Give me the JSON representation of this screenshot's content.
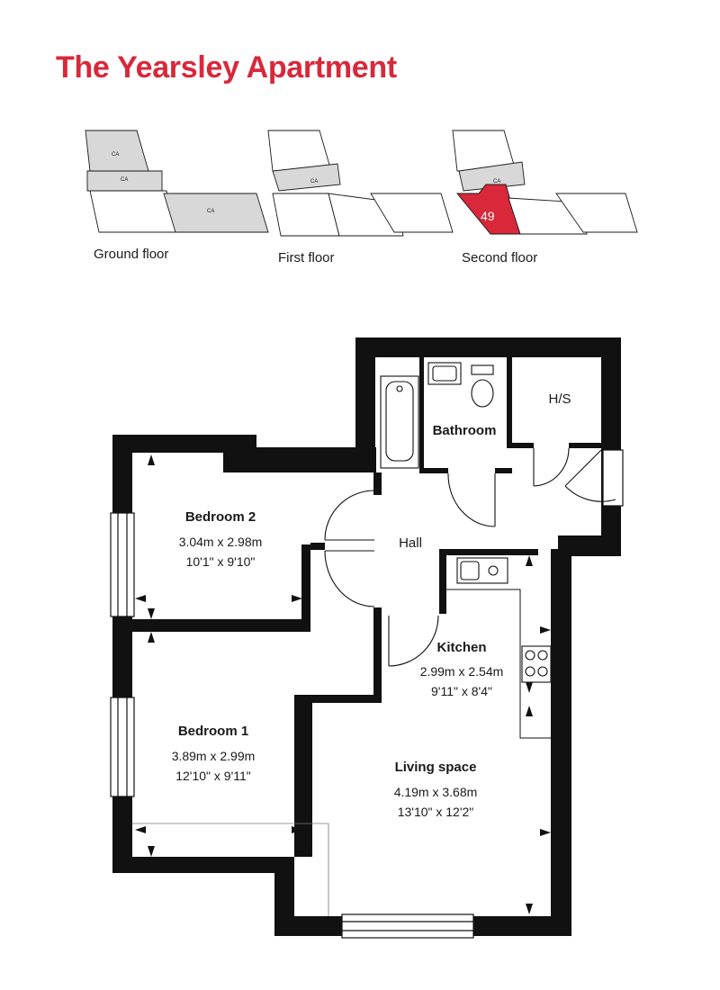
{
  "title": "The Yearsley Apartment",
  "accent_color": "#d8283a",
  "keyplans": {
    "communal_area_label": "CA",
    "ground": {
      "label": "Ground floor"
    },
    "first": {
      "label": "First floor"
    },
    "second": {
      "label": "Second floor",
      "unit_number": "49"
    }
  },
  "rooms": {
    "bathroom": {
      "name": "Bathroom"
    },
    "hs": {
      "name": "H/S"
    },
    "hall": {
      "name": "Hall"
    },
    "bedroom2": {
      "name": "Bedroom 2",
      "metric": "3.04m x 2.98m",
      "imperial": "10'1\" x 9'10\""
    },
    "bedroom1": {
      "name": "Bedroom 1",
      "metric": "3.89m x 2.99m",
      "imperial": "12'10\" x 9'11\""
    },
    "kitchen": {
      "name": "Kitchen",
      "metric": "2.99m x 2.54m",
      "imperial": "9'11\" x 8'4\""
    },
    "living": {
      "name": "Living space",
      "metric": "4.19m x 3.68m",
      "imperial": "13'10\" x 12'2\""
    }
  }
}
